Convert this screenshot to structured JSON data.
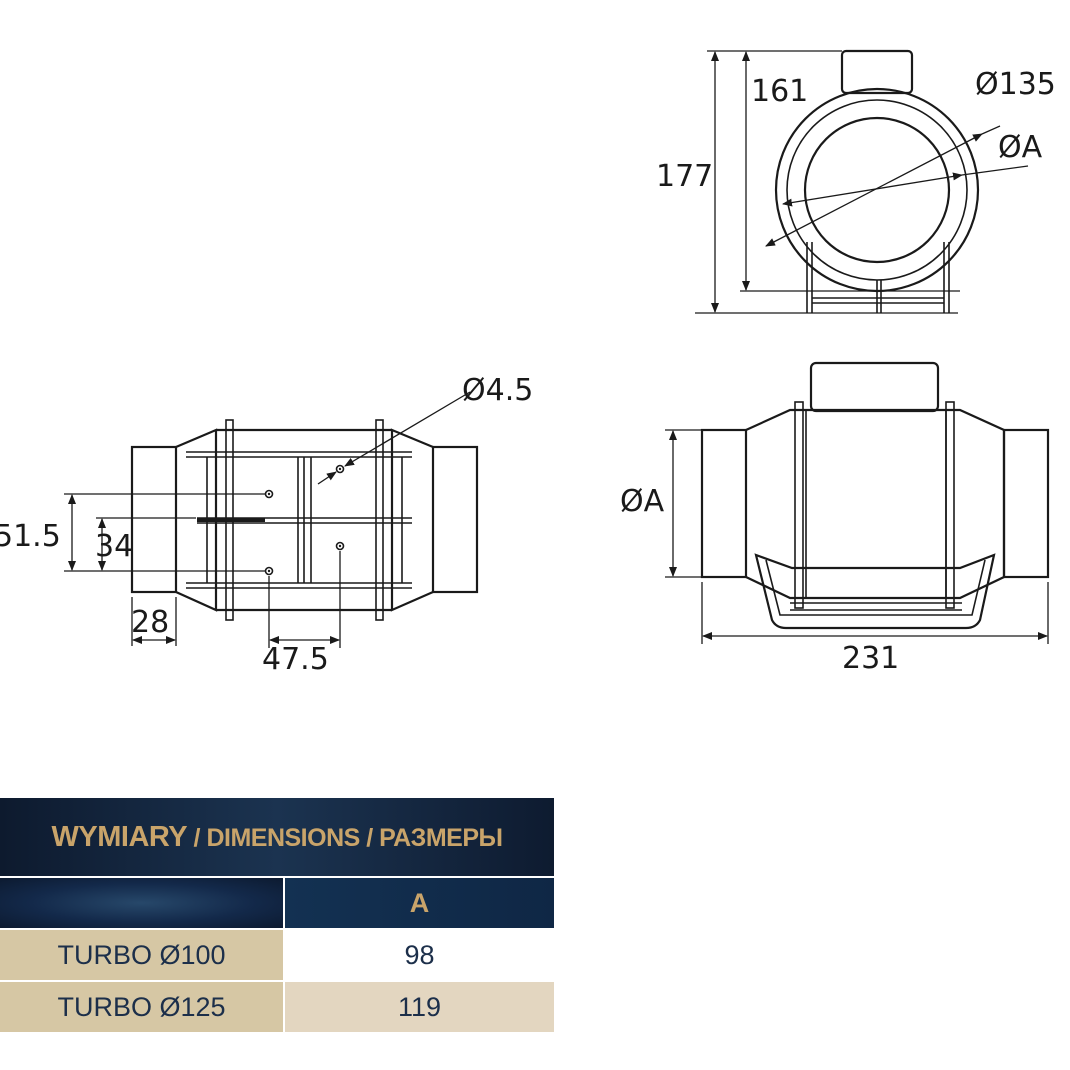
{
  "dimensions": {
    "side_view": {
      "height_overall": "177",
      "height_body": "161",
      "outer_diameter": "Ø135",
      "inner_diameter": "ØA"
    },
    "bottom_view": {
      "hole_diameter": "Ø4.5",
      "hole_spacing_outer": "51.5",
      "hole_spacing_inner": "34",
      "hole_spacing_horizontal": "47.5",
      "spigot_length": "28"
    },
    "front_view": {
      "spigot_diameter": "ØA",
      "overall_length": "231"
    }
  },
  "table": {
    "title_main": "WYMIARY",
    "title_rest": " / DIMENSIONS / РАЗМЕРЫ",
    "column_header_left": "",
    "column_header_right": "A",
    "rows": [
      {
        "model": "TURBO Ø100",
        "a": "98"
      },
      {
        "model": "TURBO Ø125",
        "a": "119"
      }
    ]
  },
  "colors": {
    "table_header_bg": "#11243d",
    "gold_text": "#c9a46a",
    "tan_cell": "#d6c7a4",
    "light_tan_cell": "#e3d6c0",
    "navy_text": "#1c2f4a"
  }
}
